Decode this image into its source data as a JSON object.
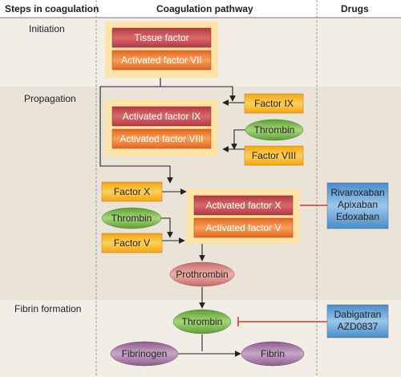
{
  "header": {
    "steps": "Steps in coagulation",
    "pathway": "Coagulation pathway",
    "drugs": "Drugs"
  },
  "stages": {
    "initiation": "Initiation",
    "propagation": "Propagation",
    "fibrin": "Fibrin formation"
  },
  "nodes": {
    "tissue_factor": "Tissue factor",
    "activated_vii": "Activated factor VII",
    "factor_ix": "Factor IX",
    "activated_ix": "Activated factor IX",
    "activated_viii": "Activated factor VIII",
    "thrombin_1": "Thrombin",
    "factor_viii": "Factor VIII",
    "factor_x": "Factor X",
    "thrombin_2": "Thrombin",
    "factor_v": "Factor V",
    "activated_x": "Activated factor X",
    "activated_v": "Activated factor V",
    "prothrombin": "Prothrombin",
    "thrombin_3": "Thrombin",
    "fibrinogen": "Fibrinogen",
    "fibrin": "Fibrin"
  },
  "drugs": {
    "xa_inhibitors": [
      "Rivaroxaban",
      "Apixaban",
      "Edoxaban"
    ],
    "thrombin_inhibitors": [
      "Dabigatran",
      "AZD0837"
    ]
  },
  "colors": {
    "band_light": "#f4f0ea",
    "band_dark": "#e9e2d6",
    "header_band": "#ffffff",
    "group_bg": "#fde9b8",
    "red_box": "#c8464b",
    "orange_box": "#ef7d2b",
    "yellow_box": "#f8b51a",
    "green_ellipse": "#7dba4a",
    "pink_ellipse": "#d98a8a",
    "purple_ellipse": "#a679a6",
    "drug_box": "#5a9bd1",
    "inhibit_line": "#d23c2b"
  }
}
